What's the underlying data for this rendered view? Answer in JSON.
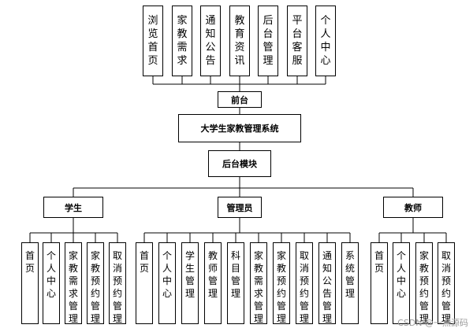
{
  "top_items": [
    {
      "id": "browse-home",
      "label": "浏\n览\n首\n页"
    },
    {
      "id": "tutor-demand",
      "label": "家\n教\n需\n求"
    },
    {
      "id": "notice",
      "label": "通\n知\n公\n告"
    },
    {
      "id": "edu-news",
      "label": "教\n育\n资\n讯"
    },
    {
      "id": "backend-manage",
      "label": "后\n台\n管\n理"
    },
    {
      "id": "platform-service",
      "label": "平\n台\n客\n服"
    },
    {
      "id": "personal-center",
      "label": "个\n人\n中\n心"
    }
  ],
  "front": "前台",
  "system": "大学生家教管理系统",
  "backend": "后台模块",
  "roles": [
    {
      "id": "student",
      "label": "学生",
      "items": [
        "首\n页",
        "个\n人\n中\n心",
        "家\n教\n需\n求\n管\n理",
        "家\n教\n预\n约\n管\n理",
        "取\n消\n预\n约\n管\n理"
      ]
    },
    {
      "id": "admin",
      "label": "管理员",
      "items": [
        "首\n页",
        "个\n人\n中\n心",
        "学\n生\n管\n理",
        "教\n师\n管\n理",
        "科\n目\n管\n理",
        "家\n教\n需\n求\n管\n理",
        "家\n教\n预\n约\n管\n理",
        "取\n消\n预\n约\n管\n理",
        "通\n知\n公\n告\n管\n理",
        "系\n统\n管\n理"
      ]
    },
    {
      "id": "teacher",
      "label": "教师",
      "items": [
        "首\n页",
        "个\n人\n中\n心",
        "家\n教\n预\n约\n管\n理",
        "取\n消\n预\n约\n管\n理"
      ]
    }
  ],
  "watermark": "CSDN @一点源码"
}
